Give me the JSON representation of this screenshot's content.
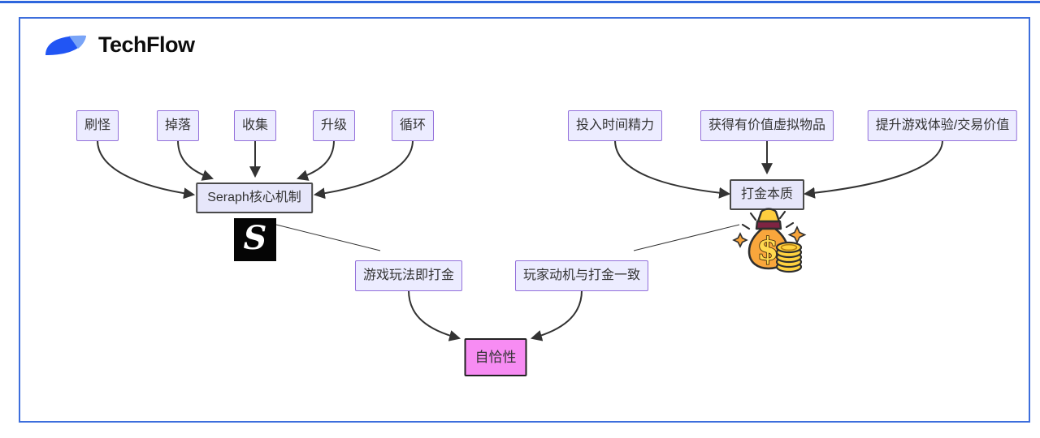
{
  "brand": {
    "name": "TechFlow"
  },
  "diagram": {
    "left_sources": [
      {
        "label": "刷怪"
      },
      {
        "label": "掉落"
      },
      {
        "label": "收集"
      },
      {
        "label": "升级"
      },
      {
        "label": "循环"
      }
    ],
    "left_target": {
      "label": "Seraph核心机制"
    },
    "seraph_logo_letter": "S",
    "right_sources": [
      {
        "label": "投入时间精力"
      },
      {
        "label": "获得有价值虚拟物品"
      },
      {
        "label": "提升游戏体验/交易价值"
      }
    ],
    "right_target": {
      "label": "打金本质"
    },
    "money_sign": "$",
    "mid_sources": [
      {
        "label": "游戏玩法即打金"
      },
      {
        "label": "玩家动机与打金一致"
      }
    ],
    "result": {
      "label": "自恰性"
    },
    "icons": {
      "brand_icon": "blue-leaf-logo",
      "seraph_icon": "seraph-game-s-logo",
      "money_icon": "money-bag-with-dollar-coins-and-sparkles"
    },
    "edges": [
      {
        "from": "刷怪",
        "to": "Seraph核心机制",
        "style": "arrow"
      },
      {
        "from": "掉落",
        "to": "Seraph核心机制",
        "style": "arrow"
      },
      {
        "from": "收集",
        "to": "Seraph核心机制",
        "style": "arrow"
      },
      {
        "from": "升级",
        "to": "Seraph核心机制",
        "style": "arrow"
      },
      {
        "from": "循环",
        "to": "Seraph核心机制",
        "style": "arrow"
      },
      {
        "from": "投入时间精力",
        "to": "打金本质",
        "style": "arrow"
      },
      {
        "from": "获得有价值虚拟物品",
        "to": "打金本质",
        "style": "arrow"
      },
      {
        "from": "提升游戏体验/交易价值",
        "to": "打金本质",
        "style": "arrow"
      },
      {
        "from": "Seraph核心机制",
        "to": "游戏玩法即打金",
        "style": "line"
      },
      {
        "from": "打金本质",
        "to": "玩家动机与打金一致",
        "style": "line"
      },
      {
        "from": "游戏玩法即打金",
        "to": "自恰性",
        "style": "arrow"
      },
      {
        "from": "玩家动机与打金一致",
        "to": "自恰性",
        "style": "arrow"
      }
    ],
    "colors": {
      "node_fill": "#ECECFF",
      "node_border": "#9370DB",
      "hub_fill": "#E6E6FA",
      "hub_border": "#4A4A4A",
      "result_fill": "#F78CF3",
      "result_border": "#222222",
      "edge": "#333333",
      "frame_border": "#3D6EDC",
      "top_rule": "#2E66DD",
      "brand_blue": "#2155F4",
      "bag_orange": "#F9A63C",
      "coin_yellow": "#FFD23F",
      "band_maroon": "#7E2442"
    }
  }
}
